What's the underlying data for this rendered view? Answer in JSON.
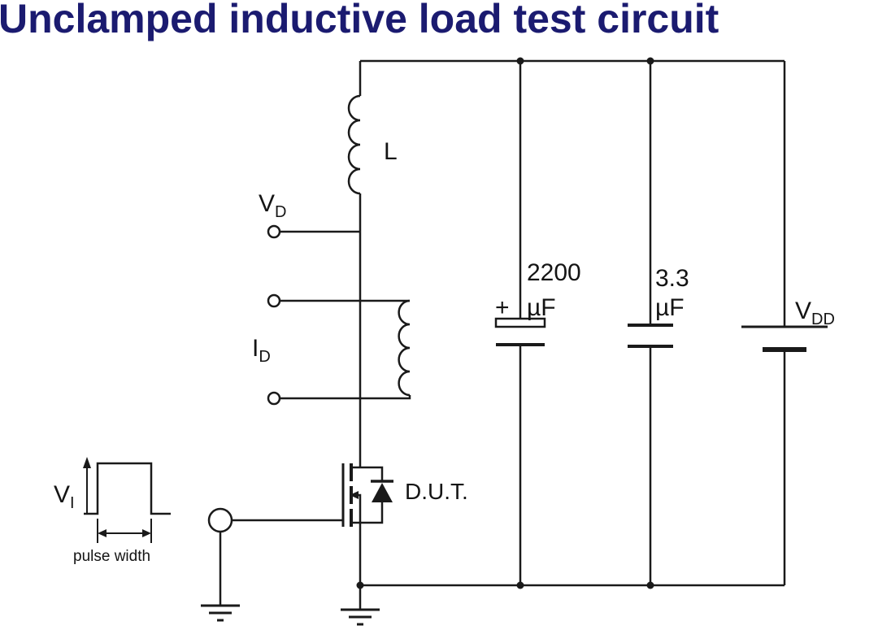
{
  "title": "Unclamped inductive load test circuit",
  "colors": {
    "title": "#1b1b70",
    "wire": "#1a1a1a"
  },
  "labels": {
    "inductor": "L",
    "vd": {
      "main": "V",
      "sub": "D"
    },
    "id": {
      "main": "I",
      "sub": "D"
    },
    "dut": "D.U.T.",
    "cap1": {
      "plus": "+",
      "value": "2200",
      "unit": "µF"
    },
    "cap2": {
      "value": "3.3",
      "unit": "µF"
    },
    "vdd": {
      "main": "V",
      "sub": "DD"
    },
    "vi": {
      "main": "V",
      "sub": "I"
    },
    "pulse_width": "pulse width"
  }
}
